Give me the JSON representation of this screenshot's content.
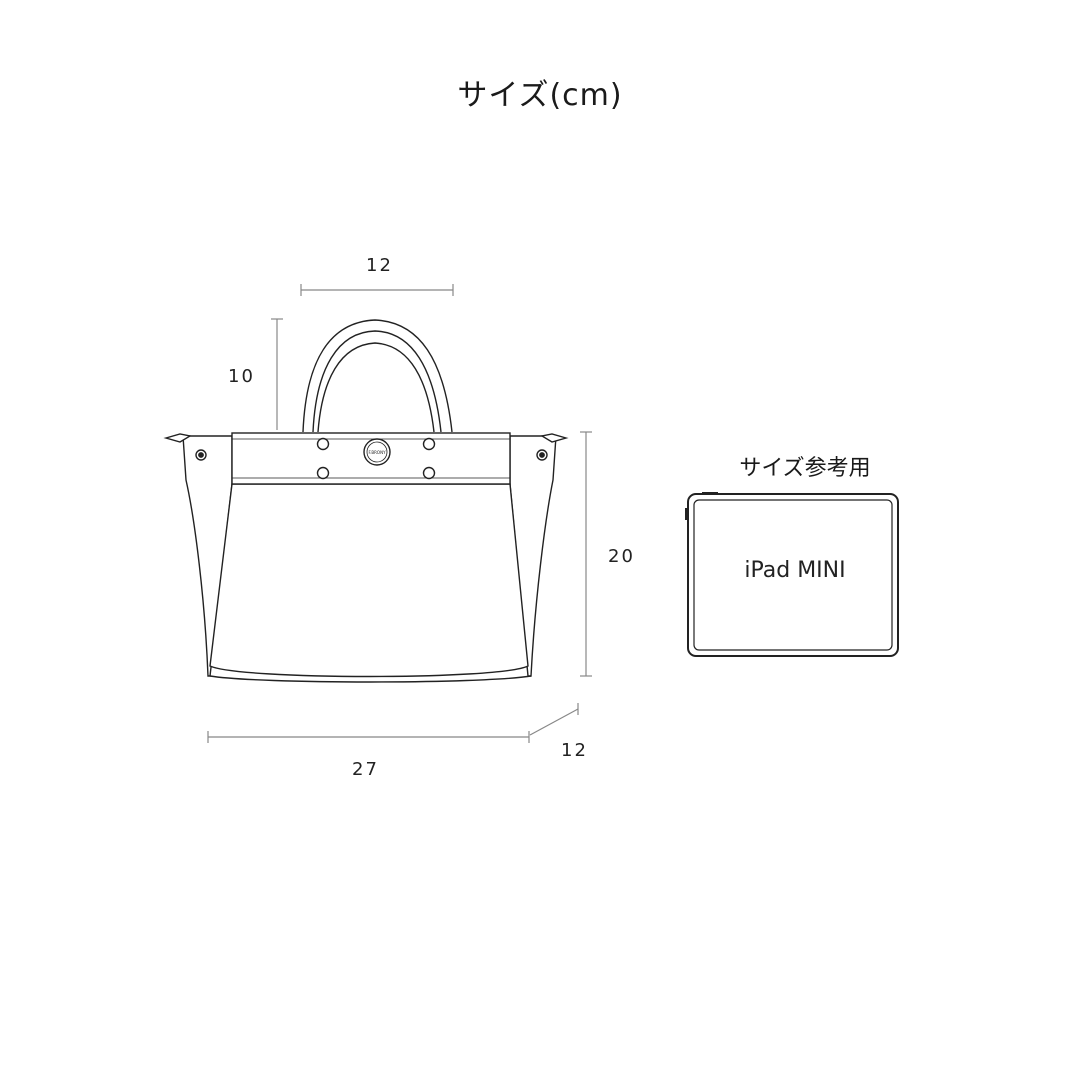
{
  "title": "サイズ(cm)",
  "bag": {
    "dimensions": {
      "handle_width": "12",
      "handle_height": "10",
      "height": "20",
      "width": "27",
      "depth": "12"
    },
    "logo_text": "F.BRONY"
  },
  "reference": {
    "title": "サイズ参考用",
    "device_label": "iPad MINI"
  }
}
